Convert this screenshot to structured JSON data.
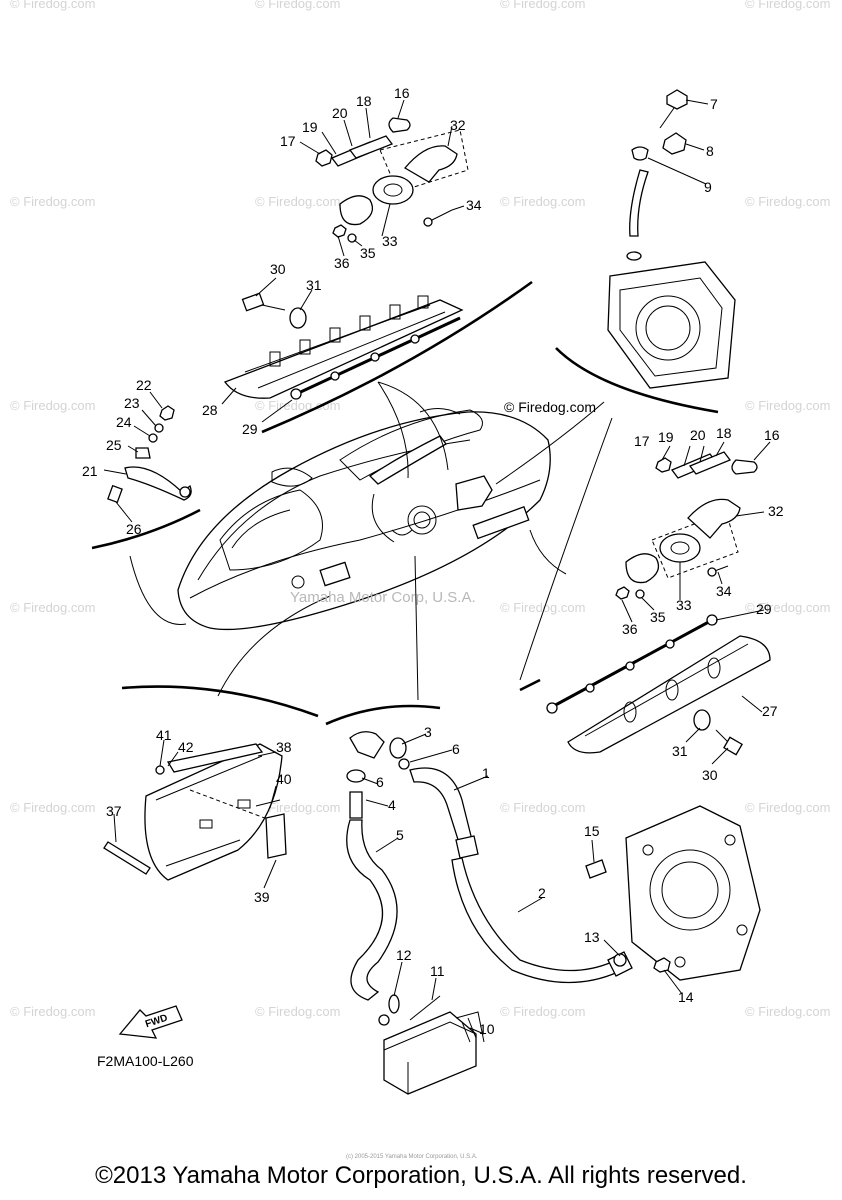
{
  "diagram": {
    "code": "F2MA100-L260",
    "fwd_label": "FWD",
    "brand_label": "© Firedog.com",
    "middle_watermark": "Yamaha Motor Corp, U.S.A.",
    "tiny_note": "(c) 2005-2015 Yamaha Motor Corporation, U.S.A.",
    "watermark_text": "© Firedog.com",
    "callouts": [
      "1",
      "2",
      "3",
      "4",
      "5",
      "6",
      "6",
      "7",
      "8",
      "9",
      "10",
      "11",
      "12",
      "13",
      "14",
      "15",
      "16",
      "16",
      "17",
      "17",
      "18",
      "18",
      "19",
      "19",
      "20",
      "20",
      "21",
      "22",
      "23",
      "24",
      "25",
      "26",
      "27",
      "28",
      "29",
      "29",
      "30",
      "30",
      "31",
      "31",
      "32",
      "32",
      "33",
      "33",
      "34",
      "34",
      "35",
      "35",
      "36",
      "36",
      "37",
      "38",
      "39",
      "40",
      "41",
      "42"
    ]
  },
  "footer": {
    "copyright": "©2013 Yamaha Motor Corporation, U.S.A. All rights reserved."
  },
  "colors": {
    "line": "#000000",
    "watermark": "#d4d4d4",
    "background": "#ffffff"
  }
}
